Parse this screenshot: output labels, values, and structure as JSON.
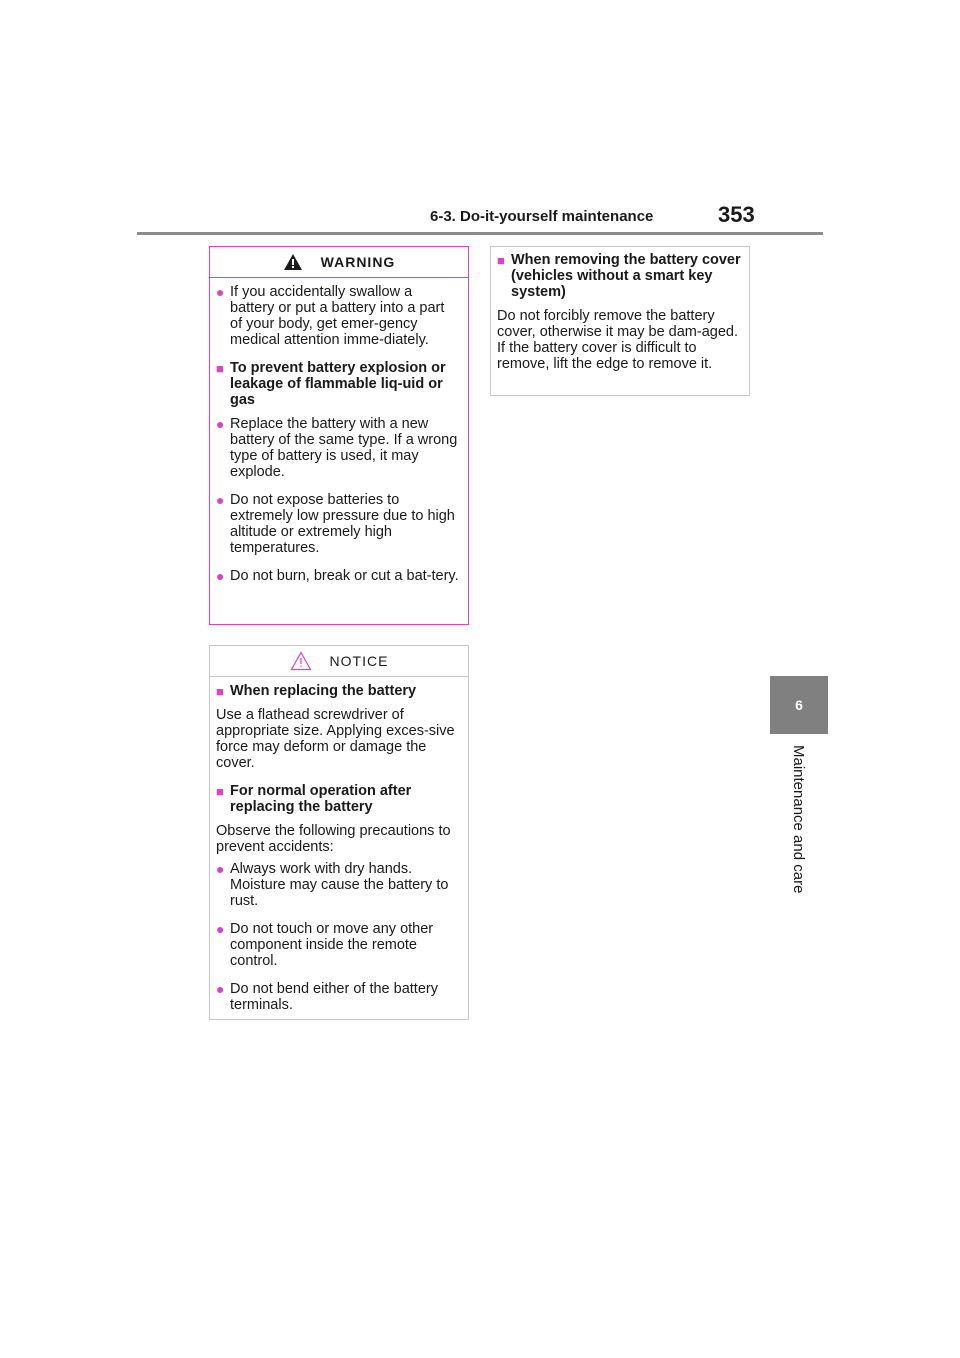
{
  "header": {
    "section": "6-3. Do-it-yourself maintenance",
    "page_number": "353"
  },
  "side_tab": {
    "chapter_number": "6",
    "chapter_title": "Maintenance and care"
  },
  "warning_box": {
    "title": "WARNING",
    "bullet1": "If you accidentally swallow a battery or put a battery into a part of your body, get emer-gency medical attention imme-diately.",
    "heading1": "To prevent battery explosion or leakage of flammable liq-uid or gas",
    "bullet2": "Replace the battery with a new battery of the same type. If a wrong type of battery is used, it may explode.",
    "bullet3": "Do not expose batteries to extremely low pressure due to high altitude or extremely high temperatures.",
    "bullet4": "Do not burn, break or cut a bat-tery."
  },
  "notice_box": {
    "title": "NOTICE",
    "heading1": "When replacing the battery",
    "para1": "Use a flathead screwdriver of appropriate size. Applying exces-sive force may deform or damage the cover.",
    "heading2": "For normal operation after replacing the battery",
    "para2": "Observe the following precautions to prevent accidents:",
    "bullet1": "Always work with dry hands. Moisture may cause the battery to rust.",
    "bullet2": "Do not touch or move any other component inside the remote control.",
    "bullet3": "Do not bend either of the battery terminals."
  },
  "info_box": {
    "heading": "When removing the battery cover (vehicles without a smart key system)",
    "para1": "Do not forcibly remove the battery cover, otherwise it may be dam-aged.",
    "para2": "If the battery cover is difficult to remove, lift the edge to remove it."
  },
  "colors": {
    "accent": "#e040c8",
    "tab": "#808080",
    "rule": "#8c8c8c"
  },
  "icons": {
    "bullet": "filled-circle",
    "heading_marker": "filled-square",
    "warning": "warning-triangle-icon",
    "notice": "notice-triangle-icon"
  }
}
